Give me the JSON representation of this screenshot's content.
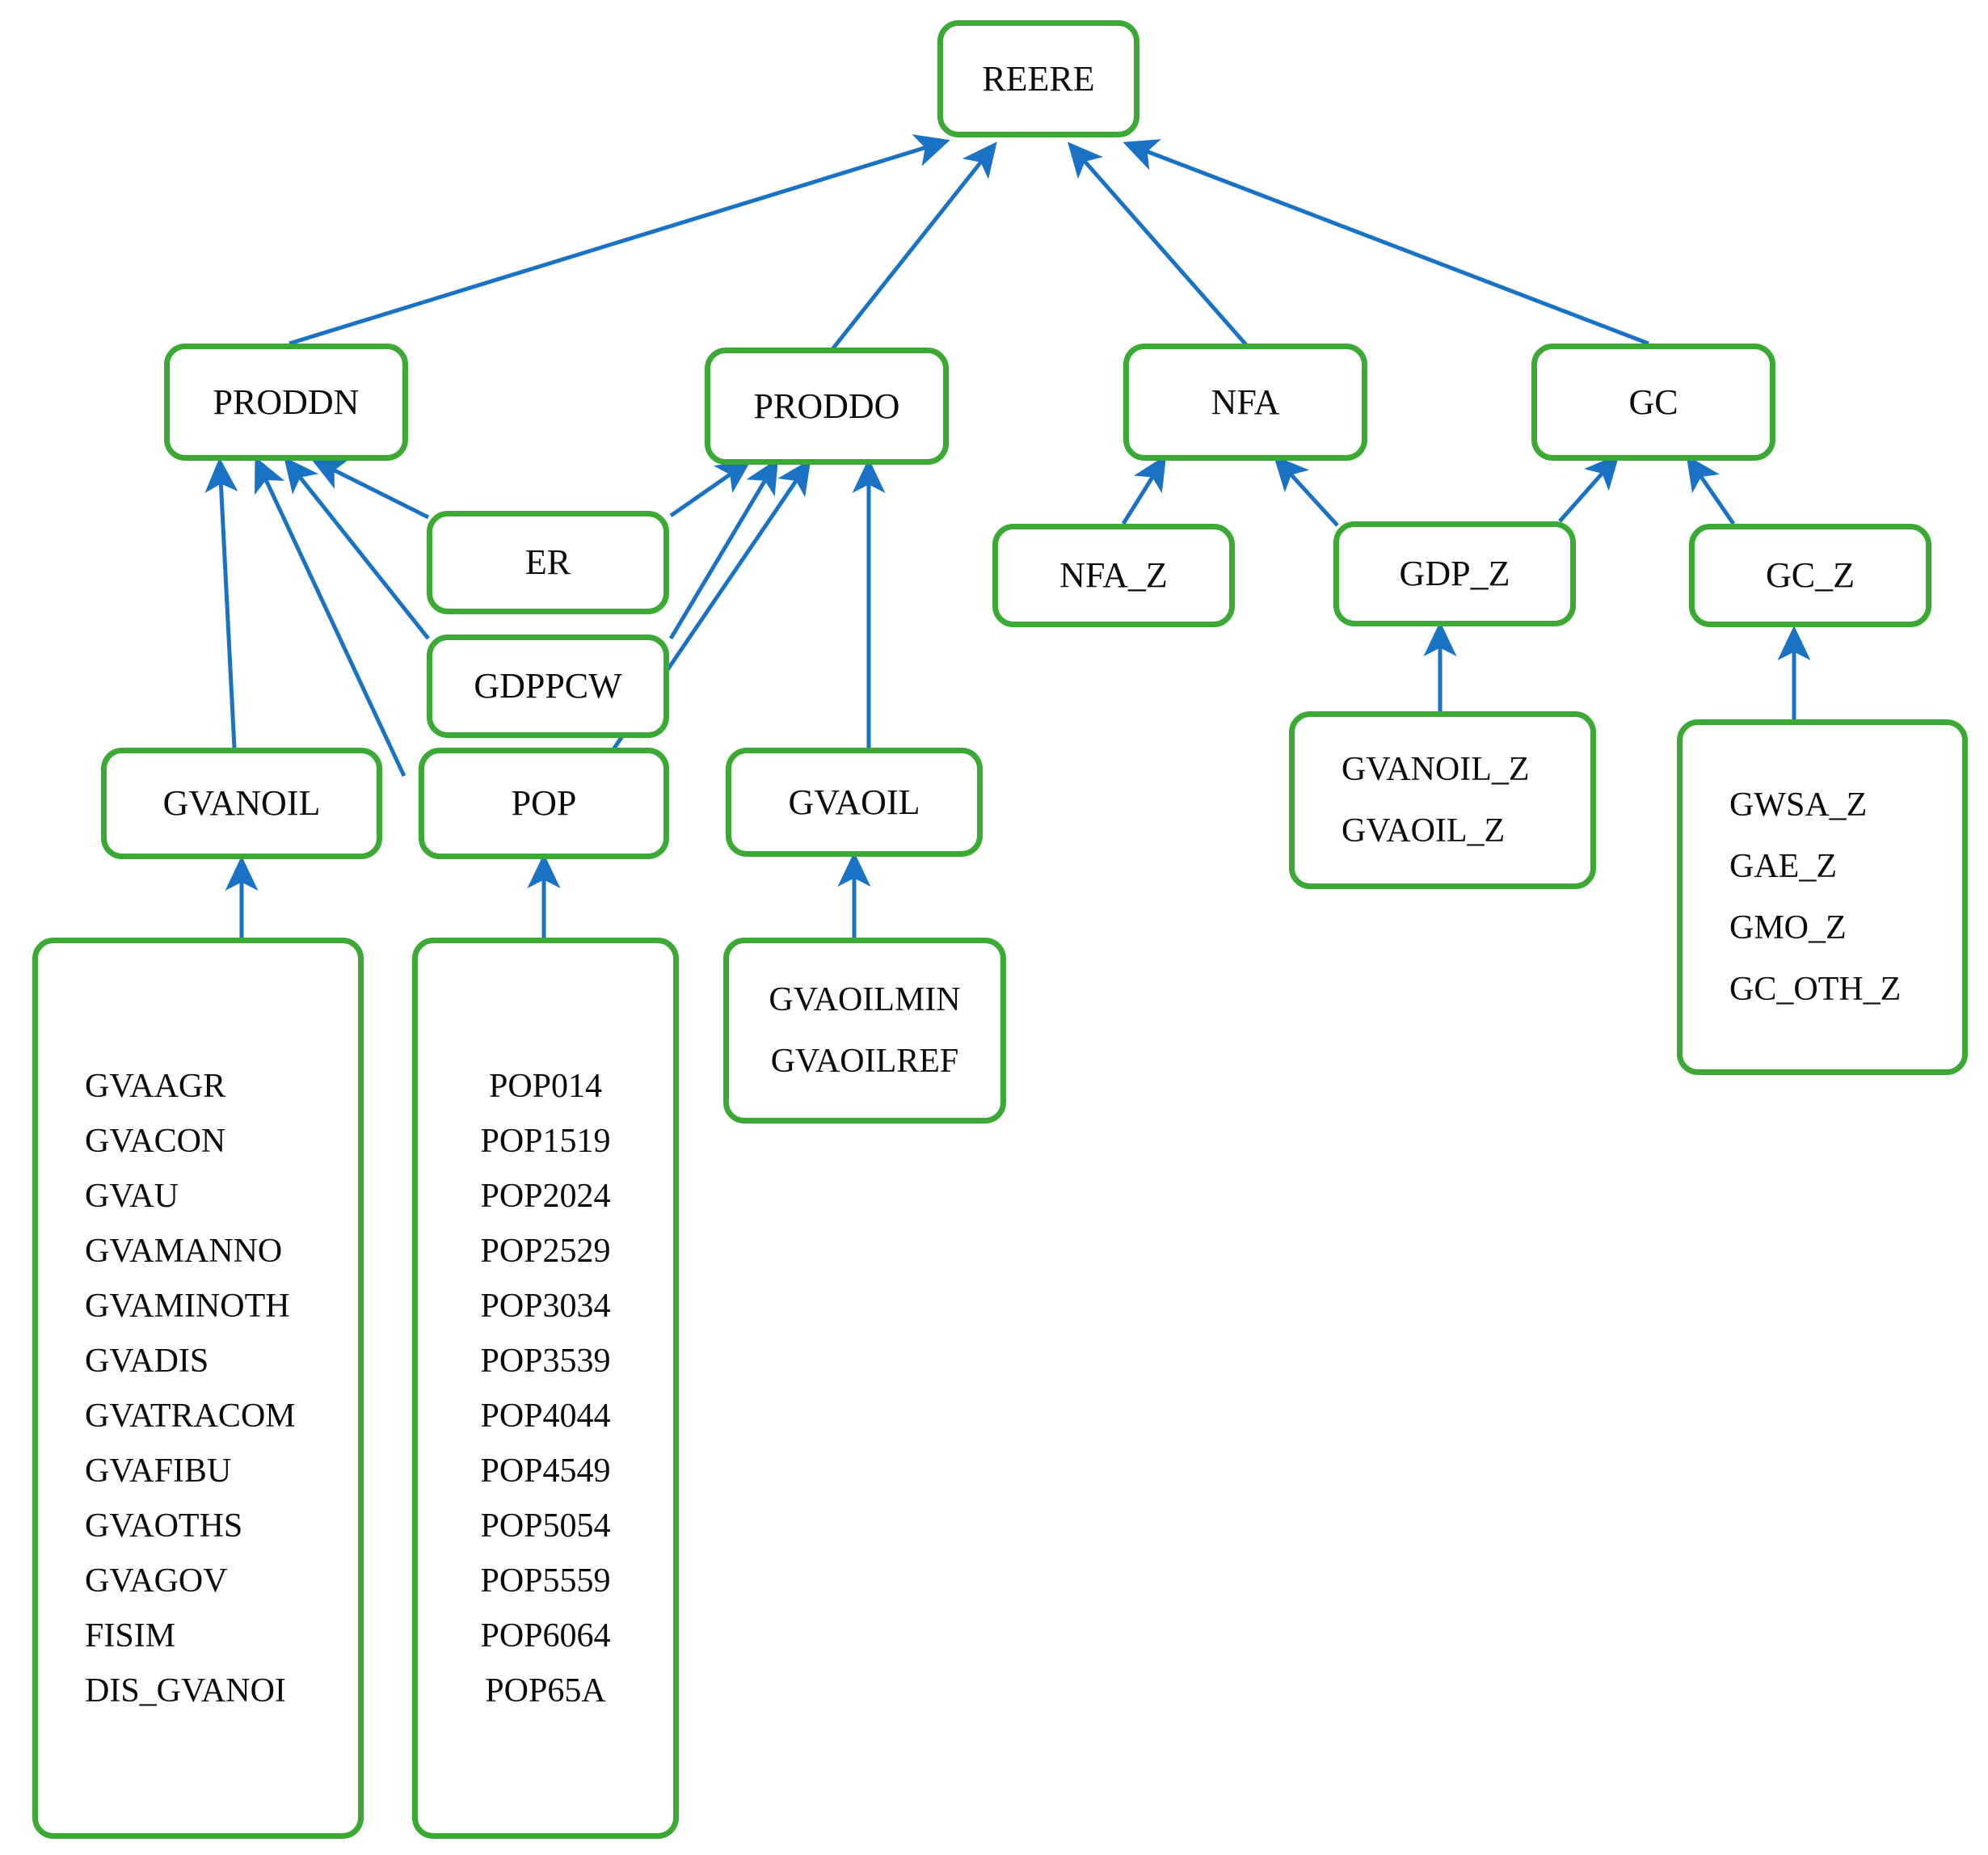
{
  "diagram": {
    "type": "flow-diagram",
    "title": "REERE variable dependency tree",
    "colors": {
      "node_border": "#3aaa35",
      "node_fill": "#ffffff",
      "arrow": "#1a72c4",
      "text": "#0b0b0b"
    },
    "nodes": {
      "reere": {
        "label": "REERE"
      },
      "proddn": {
        "label": "PRODDN"
      },
      "proddo": {
        "label": "PRODDO"
      },
      "nfa": {
        "label": "NFA"
      },
      "gc": {
        "label": "GC"
      },
      "er": {
        "label": "ER"
      },
      "gdppcw": {
        "label": "GDPPCW"
      },
      "nfa_z": {
        "label": "NFA_Z"
      },
      "gdp_z": {
        "label": "GDP_Z"
      },
      "gc_z": {
        "label": "GC_Z"
      },
      "gvanoil": {
        "label": "GVANOIL"
      },
      "pop": {
        "label": "POP"
      },
      "gvaoil": {
        "label": "GVAOIL"
      },
      "gvanoil_list": {
        "items": [
          "GVAAGR",
          "GVACON",
          "GVAU",
          "GVAMANNO",
          "GVAMINOTH",
          "GVADIS",
          "GVATRACOM",
          "GVAFIBU",
          "GVAOTHS",
          "GVAGOV",
          "FISIM",
          "DIS_GVANOI"
        ]
      },
      "pop_list": {
        "items": [
          "POP014",
          "POP1519",
          "POP2024",
          "POP2529",
          "POP3034",
          "POP3539",
          "POP4044",
          "POP4549",
          "POP5054",
          "POP5559",
          "POP6064",
          "POP65A"
        ]
      },
      "gvaoil_list": {
        "items": [
          "GVAOILMIN",
          "GVAOILREF"
        ]
      },
      "gdp_z_list": {
        "items": [
          "GVANOIL_Z",
          "GVAOIL_Z"
        ]
      },
      "gc_z_list": {
        "items": [
          "GWSA_Z",
          "GAE_Z",
          "GMO_Z",
          "GC_OTH_Z"
        ]
      }
    },
    "edges": [
      {
        "from": "proddn",
        "to": "reere"
      },
      {
        "from": "proddo",
        "to": "reere"
      },
      {
        "from": "nfa",
        "to": "reere"
      },
      {
        "from": "gc",
        "to": "reere"
      },
      {
        "from": "er",
        "to": "proddn"
      },
      {
        "from": "gdppcw",
        "to": "proddn"
      },
      {
        "from": "pop",
        "to": "proddn"
      },
      {
        "from": "gvanoil",
        "to": "proddn"
      },
      {
        "from": "er",
        "to": "proddo"
      },
      {
        "from": "gdppcw",
        "to": "proddo"
      },
      {
        "from": "pop",
        "to": "proddo"
      },
      {
        "from": "gvaoil",
        "to": "proddo"
      },
      {
        "from": "nfa_z",
        "to": "nfa"
      },
      {
        "from": "gdp_z",
        "to": "nfa"
      },
      {
        "from": "gdp_z",
        "to": "gc"
      },
      {
        "from": "gc_z",
        "to": "gc"
      },
      {
        "from": "gvanoil_list",
        "to": "gvanoil"
      },
      {
        "from": "pop_list",
        "to": "pop"
      },
      {
        "from": "gvaoil_list",
        "to": "gvaoil"
      },
      {
        "from": "gdp_z_list",
        "to": "gdp_z"
      },
      {
        "from": "gc_z_list",
        "to": "gc_z"
      }
    ]
  }
}
